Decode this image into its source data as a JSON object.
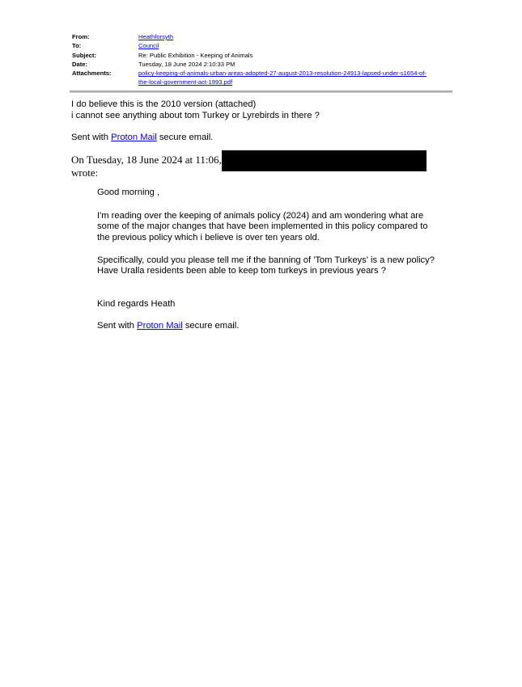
{
  "header": {
    "from_label": "From:",
    "from_value": "Heathforsyth",
    "to_label": "To:",
    "to_value": "Council",
    "subject_label": "Subject:",
    "subject_value": "Re: Public Exhibition - Keeping of Animals",
    "date_label": "Date:",
    "date_value": "Tuesday, 18 June 2024 2:10:33 PM",
    "attachments_label": "Attachments:",
    "attachment_line1": "policy-keeping-of-animals-urban-areas-adopted-27-august-2013-resolution-24913-lapsed-under-s1654-of-",
    "attachment_line2": "the-local-government-act-1993.pdf"
  },
  "reply": {
    "line1": "I do believe this is the 2010 version (attached)",
    "line2": "i cannot see anything about tom Turkey or Lyrebirds in there ?",
    "sent_prefix": "Sent with ",
    "sent_link": "Proton Mail",
    "sent_suffix": " secure email."
  },
  "quote_header": {
    "line1": "On Tuesday, 18 June 2024 at 11:06,",
    "line2": "wrote:"
  },
  "quoted": {
    "greeting": "Good morning ,",
    "para1": "I'm reading over the keeping of animals policy (2024) and am wondering what are some of the major changes that have been implemented in this policy compared to the previous policy which i believe is over ten years old.",
    "para2a": "Specifically, could you please tell me if the banning of 'Tom Turkeys' is a new policy?",
    "para2b": "Have Uralla residents been able to keep tom turkeys in previous years ?",
    "signoff": "Kind regards Heath",
    "sent_prefix": "Sent with ",
    "sent_link": "Proton Mail",
    "sent_suffix": " secure email."
  },
  "colors": {
    "link": "#0000ee",
    "redaction": "#000000",
    "rule": "#a8a8a8"
  }
}
